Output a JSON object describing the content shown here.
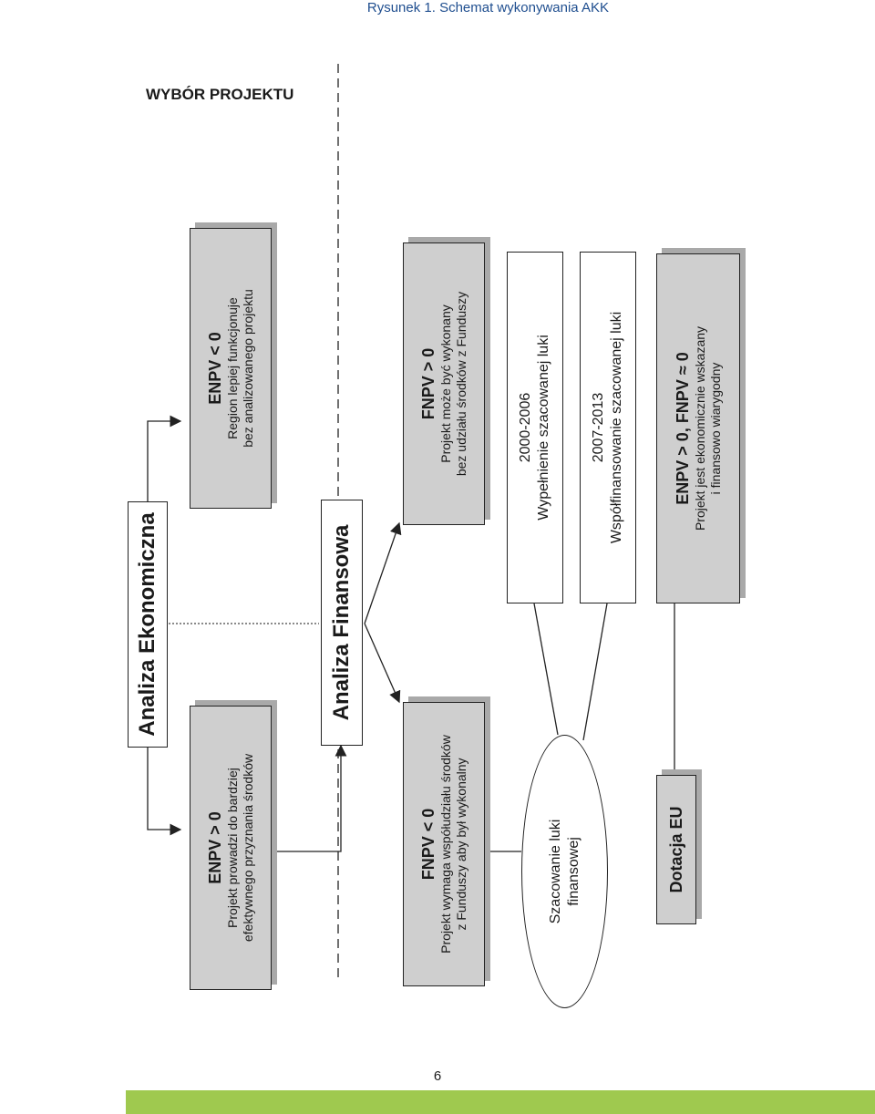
{
  "figure_title": "Rysunek 1.  Schemat wykonywania AKK",
  "section_label": "WYBÓR PROJEKTU",
  "nodes": {
    "analiza_ekonomiczna": "Analiza Ekonomiczna",
    "enpv_positive": {
      "header": "ENPV > 0",
      "line1": "Projekt prowadzi do bardziej",
      "line2": "efektywnego przyznania środków"
    },
    "enpv_negative": {
      "header": "ENPV < 0",
      "line1": "Region lepiej funkcjonuje",
      "line2": "bez analizowanego projektu"
    },
    "analiza_finansowa": "Analiza Finansowa",
    "fnpv_negative": {
      "header": "FNPV < 0",
      "line1": "Projekt wymaga współudziału środków",
      "line2": "z Funduszy aby był wykonalny"
    },
    "fnpv_positive": {
      "header": "FNPV > 0",
      "line1": "Projekt może być wykonany",
      "line2": "bez udziału środków z Funduszy"
    },
    "szacowanie": {
      "line1": "Szacowanie luki",
      "line2": "finansowej"
    },
    "period_2000": {
      "line1": "2000-2006",
      "line2": "Wypełnienie szacowanej luki"
    },
    "period_2007": {
      "line1": "2007-2013",
      "line2": "Współfinansowanie szacowanej luki"
    },
    "dotacja": "Dotacja EU",
    "enpv_fnpv": {
      "header": "ENPV > 0, FNPV ≈ 0",
      "line1": "Projekt jest ekonomicznie wskazany",
      "line2": "i finansowo wiarygodny"
    }
  },
  "page_number": "6",
  "colors": {
    "title_blue": "#1f4e8f",
    "box_gray": "#cfcfcf",
    "shadow_gray": "#a9a9a9",
    "footer_green": "#9fc94f"
  }
}
